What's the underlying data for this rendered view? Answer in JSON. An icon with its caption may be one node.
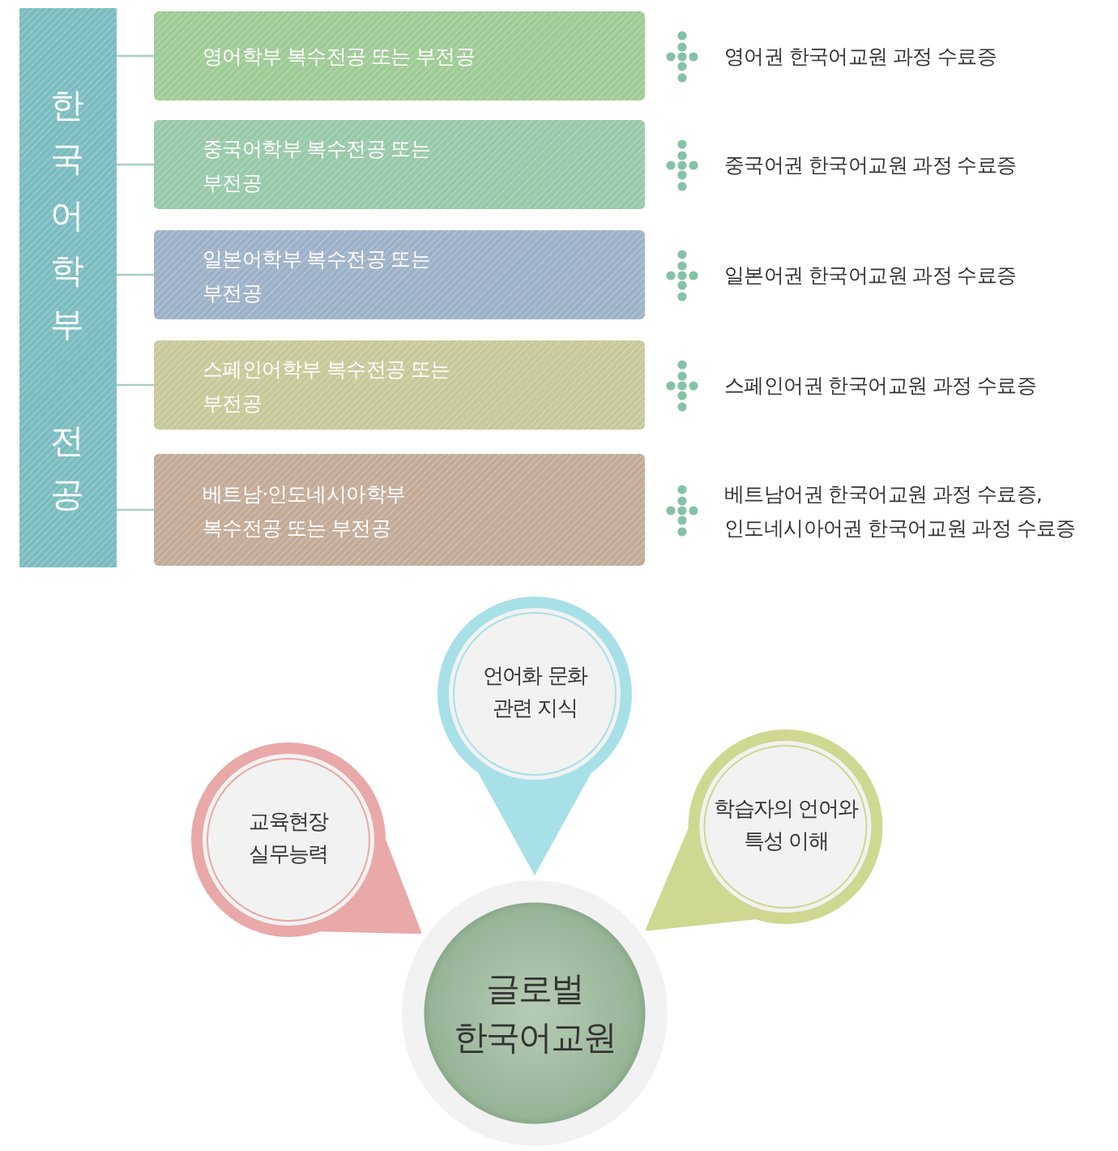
{
  "diagram": {
    "nodes": [
      {
        "text": [
          "한국어학부 전공"
        ]
      },
      {
        "text": [
          "영어학부 복수전공 또는 부전공"
        ]
      },
      {
        "text": [
          "중국어학부 복수전공 또는 부전공"
        ]
      },
      {
        "text": [
          "일본어학부 복수전공 또는 부전공"
        ]
      },
      {
        "text": [
          "스페인어학부 복수전공 또는 부전공"
        ]
      },
      {
        "text": [
          "베트남·인도네시아학부 복수전공 또는 부전공"
        ]
      },
      {
        "text": [
          "영어권 한국어교원 과정 수료증"
        ]
      },
      {
        "text": [
          "중국어권 한국어교원 과정 수료증"
        ]
      },
      {
        "text": [
          "일본어권 한국어교원 과정 수료증"
        ]
      },
      {
        "text": [
          "스페인어권 한국어교원 과정 수료증"
        ]
      },
      {
        "text": [
          "베트남어권 한국어교원 과정 수료증, 인도네시아어권 한국어교원 과정 수료증"
        ]
      },
      {
        "text": [
          "글로벌 한국어교원"
        ]
      },
      {
        "text": [
          "교육현장 실무능력"
        ]
      },
      {
        "text": [
          "언어화 문화 관련 지식"
        ]
      },
      {
        "text": [
          "학습자의 언어와 특성 이해"
        ]
      }
    ],
    "edges": [
      {
        "from": 0,
        "to": 1,
        "arrow": "none"
      },
      {
        "from": 0,
        "to": 2,
        "arrow": "none"
      },
      {
        "from": 0,
        "to": 3,
        "arrow": "none"
      },
      {
        "from": 0,
        "to": 4,
        "arrow": "none"
      },
      {
        "from": 0,
        "to": 5,
        "arrow": "none"
      }
    ]
  }
}
